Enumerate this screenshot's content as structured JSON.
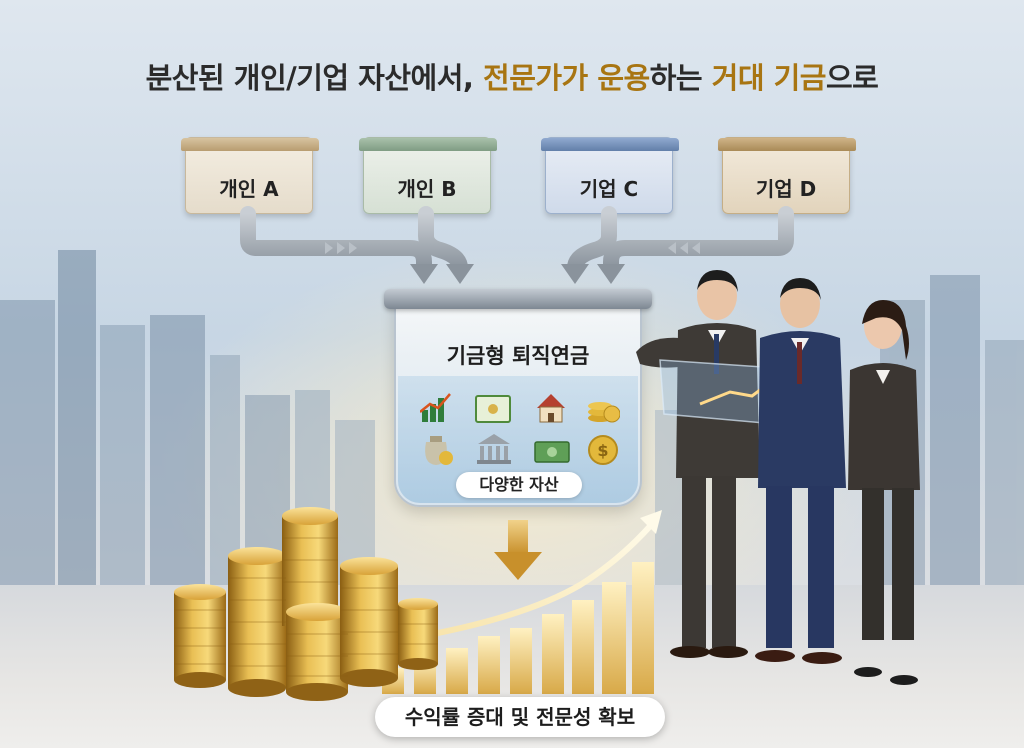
{
  "headline": {
    "part1": "분산된 개인/기업 자산에서, ",
    "part2": "전문가가 운용",
    "part3": "하는 ",
    "part4": "거대 기금",
    "part5": "으로"
  },
  "sources": [
    {
      "label": "개인 A"
    },
    {
      "label": "개인 B"
    },
    {
      "label": "기업 C"
    },
    {
      "label": "기업 D"
    }
  ],
  "fund": {
    "title": "기금형 퇴직연금",
    "assets_label": "다양한 자산",
    "asset_icons": [
      "chart-icon",
      "certificate-icon",
      "house-icon",
      "coin-stack-icon",
      "money-bag-icon",
      "bank-icon",
      "banknote-icon",
      "dollar-coin-icon"
    ]
  },
  "outcome": {
    "label": "수익률 증대 및 전문성 확보"
  },
  "colors": {
    "accent_gold": "#a87512",
    "headline_text": "#2b2b2b"
  }
}
